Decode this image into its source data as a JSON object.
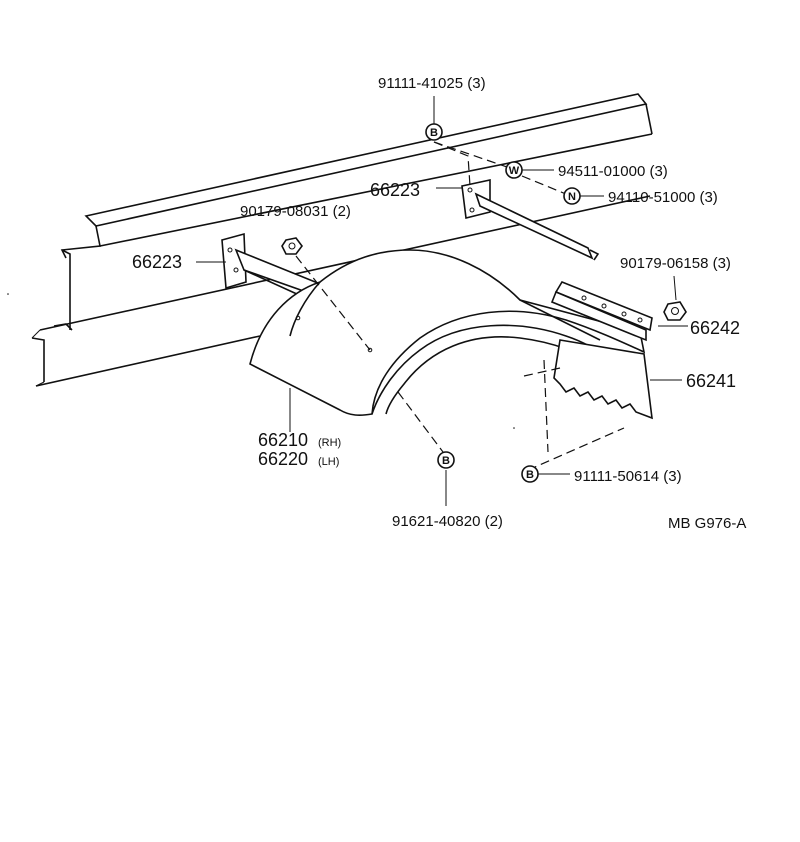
{
  "labels": {
    "bolt_top": "91111-41025 (3)",
    "washer_top": "94511-01000 (3)",
    "nut_top": "94110-51000 (3)",
    "bracket_upper": "66223",
    "nut_left": "90179-08031 (2)",
    "bracket_left": "66223",
    "nut_right": "90179-06158 (3)",
    "stay_right": "66242",
    "mudguard": "66241",
    "fender_rh": "66210",
    "fender_rh_suffix": "(RH)",
    "fender_lh": "66220",
    "fender_lh_suffix": "(LH)",
    "bolt_bottom": "91621-40820 (2)",
    "bolt_bottom_right": "91111-50614 (3)",
    "figure_code": "MB G976-A"
  },
  "symbols": {
    "bolt": "B",
    "washer": "W",
    "nut": "N"
  }
}
